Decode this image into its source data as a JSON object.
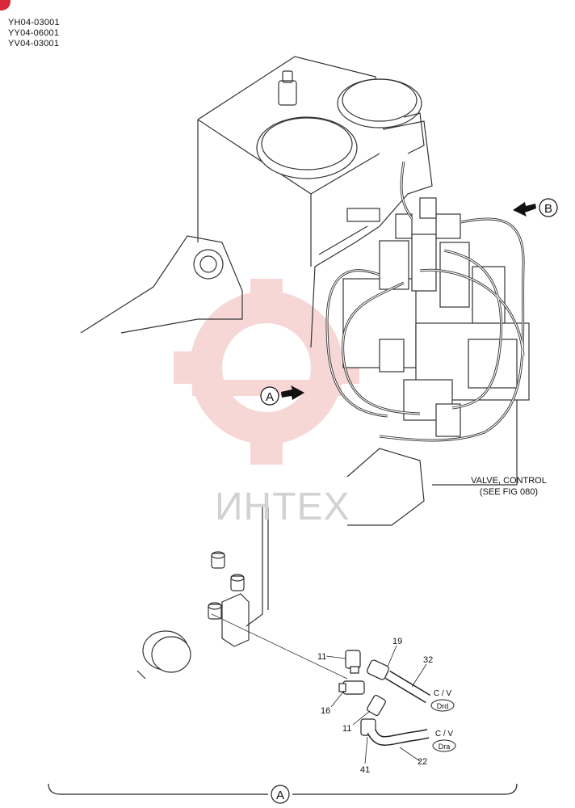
{
  "serials": [
    "YH04-03001",
    "YY04-06001",
    "YV04-03001"
  ],
  "views": {
    "a": "A",
    "b": "B"
  },
  "valve_caption": [
    "VALVE, CONTROL",
    "(SEE FIG 080)"
  ],
  "parts": {
    "p11a": "11",
    "p19": "19",
    "p32": "32",
    "p16": "16",
    "p11b": "11",
    "p41": "41",
    "p22": "22"
  },
  "tags": {
    "cv1": "C / V",
    "drd": "Drd",
    "cv2": "C / V",
    "dra": "Dra"
  },
  "watermark": {
    "text": "ИНТЕХ",
    "color": "#f3c5c5"
  }
}
